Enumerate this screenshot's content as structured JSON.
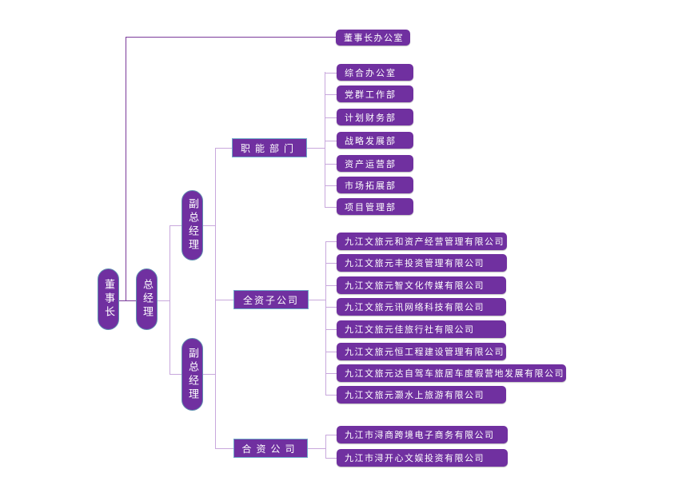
{
  "chart_title": "",
  "colors": {
    "node_fill": "#7030a0",
    "node_text": "#ffffff",
    "connector": "#c8a8dc",
    "connector_dark": "#7a3a9a"
  },
  "root": {
    "label": "董事长"
  },
  "chairman_office": {
    "label": "董事长办公室"
  },
  "general_manager": {
    "label": "总经理"
  },
  "deputy_gm_top": {
    "label": "副总经理"
  },
  "deputy_gm_bottom": {
    "label": "副总经理"
  },
  "groups": [
    {
      "label": "职能部门",
      "children": [
        "综合办公室",
        "党群工作部",
        "计划财务部",
        "战略发展部",
        "资产运营部",
        "市场拓展部",
        "项目管理部"
      ]
    },
    {
      "label": "全资子公司",
      "children": [
        "九江文旅元和资产经营管理有限公司",
        "九江文旅元丰投资管理有限公司",
        "九江文旅元智文化传媒有限公司",
        "九江文旅元讯网络科技有限公司",
        "九江文旅元佳旅行社有限公司",
        "九江文旅元恒工程建设管理有限公司",
        "九江文旅元达自驾车旅居车度假营地发展有限公司",
        "九江文旅元灏水上旅游有限公司"
      ]
    },
    {
      "label": "合资公司",
      "children": [
        "九江市浔商跨境电子商务有限公司",
        "九江市浔开心文娱投资有限公司"
      ]
    }
  ]
}
